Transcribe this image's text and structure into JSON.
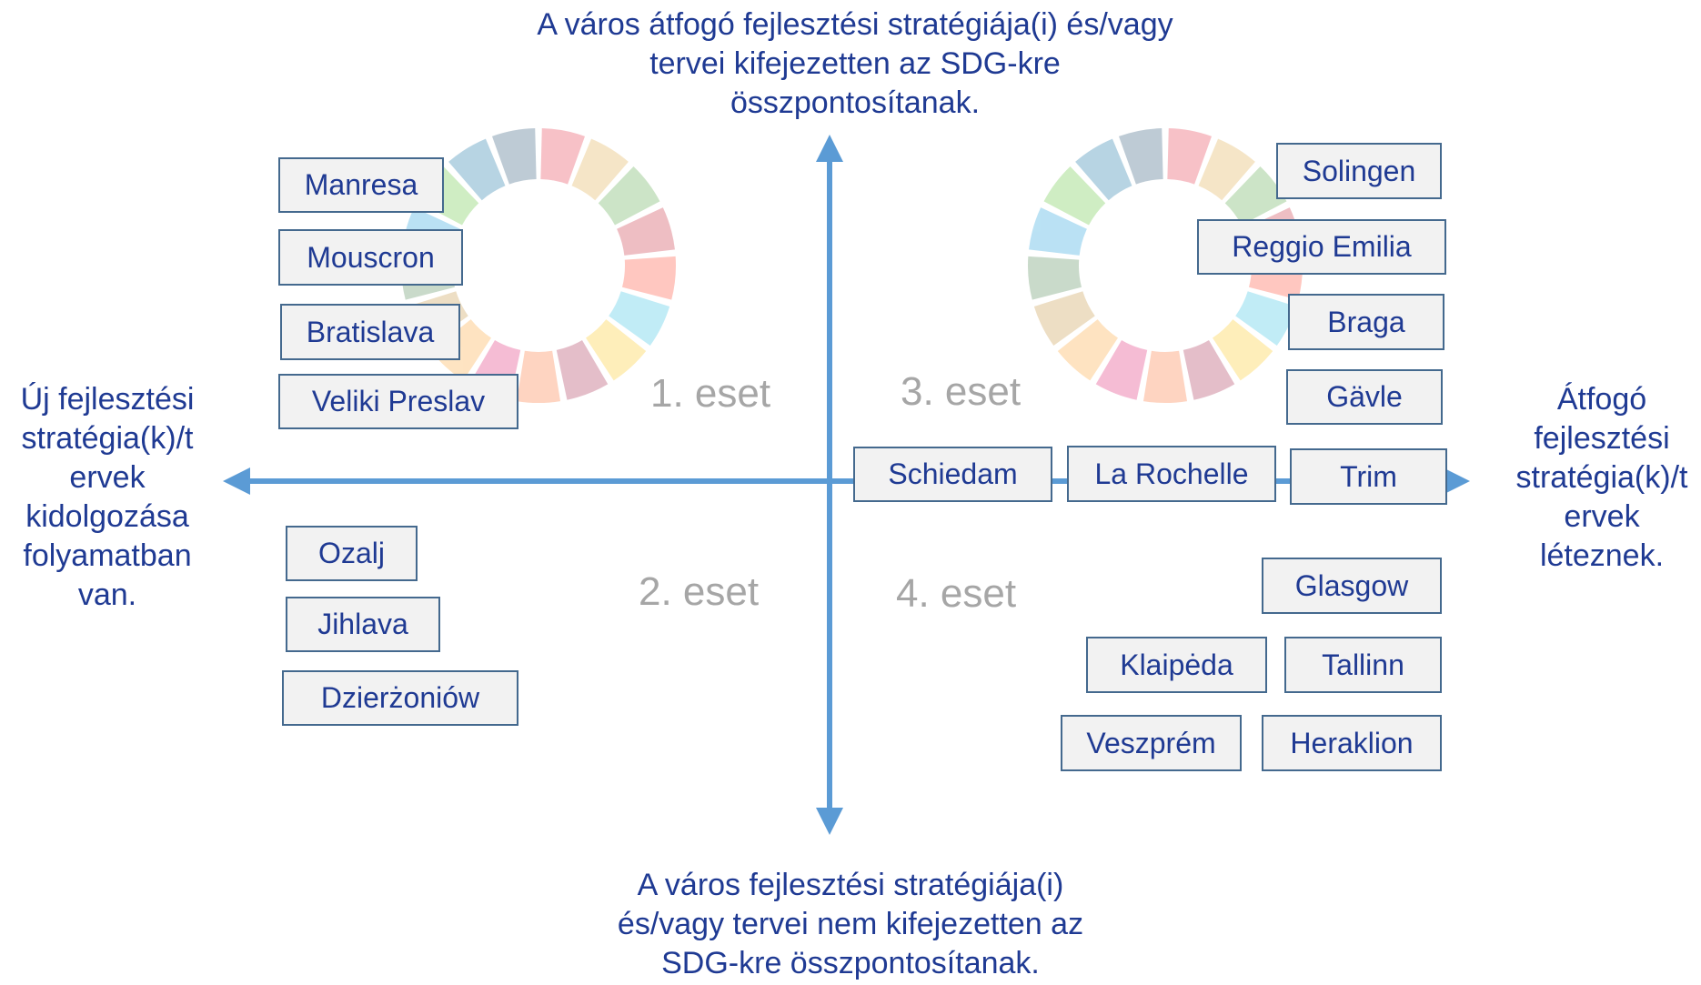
{
  "axes": {
    "top": [
      "A város átfogó fejlesztési stratégiája(i) és/vagy",
      "tervei kifejezetten az SDG-kre",
      "összpontosítanak."
    ],
    "bottom": [
      "A város fejlesztési stratégiája(i)",
      "és/vagy tervei nem kifejezetten az",
      "SDG-kre összpontosítanak."
    ],
    "left": [
      "Új fejlesztési",
      "stratégia(k)/t",
      "ervek",
      "kidolgozása",
      "folyamatban",
      "van."
    ],
    "right": [
      "Átfogó",
      "fejlesztési",
      "stratégia(k)/t",
      "ervek",
      "léteznek."
    ]
  },
  "cases": [
    "1. eset",
    "2. eset",
    "3. eset",
    "4. eset"
  ],
  "cities": {
    "case1": [
      "Manresa",
      "Mouscron",
      "Bratislava",
      "Veliki Preslav"
    ],
    "case2": [
      "Ozalj",
      "Jihlava",
      "Dzierżoniów"
    ],
    "case3": [
      "Solingen",
      "Reggio Emilia",
      "Braga",
      "Gävle"
    ],
    "on_axis": [
      "Schiedam",
      "La Rochelle",
      "Trim"
    ],
    "case4": [
      "Glasgow",
      "Klaipėda",
      "Tallinn",
      "Veszprém",
      "Heraklion"
    ]
  },
  "colors": {
    "axis": "#5b9bd5",
    "box_border": "#44698e",
    "box_fill": "#f2f2f2",
    "text": "#1f3a93",
    "case_text": "#a6a6a6",
    "sdg_wheel": [
      "#e5243b",
      "#dda63a",
      "#4c9f38",
      "#c5192d",
      "#ff3a21",
      "#26bde2",
      "#fcc30b",
      "#a21942",
      "#fd6925",
      "#dd1367",
      "#fd9d24",
      "#bf8b2e",
      "#3f7e44",
      "#0a97d9",
      "#56c02b",
      "#00689d",
      "#19486a"
    ]
  }
}
